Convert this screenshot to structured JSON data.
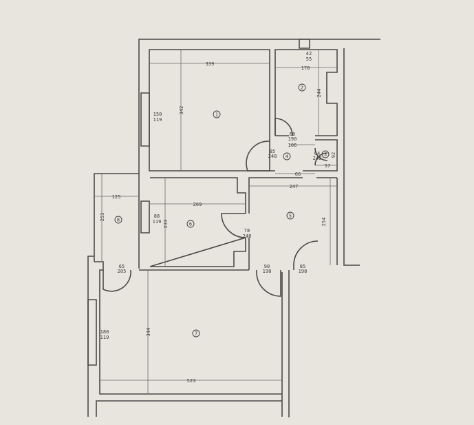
{
  "rooms": [
    {
      "number": "1"
    },
    {
      "number": "2"
    },
    {
      "number": "3"
    },
    {
      "number": "4"
    },
    {
      "number": "5"
    },
    {
      "number": "6"
    },
    {
      "number": "7"
    },
    {
      "number": "8"
    }
  ],
  "dimensions": {
    "r1_width": "339",
    "r1_height": "342",
    "r1_window": "150",
    "r1_window_h": "119",
    "r2_vent": "42",
    "r2_vent_h": "55",
    "r2_width": "178",
    "r2_height": "244",
    "door_4": "68",
    "door_4_h": "190",
    "hall_width": "106",
    "door_1": "85",
    "door_1_h": "248",
    "door_3": "64",
    "door_3_h": "248",
    "r3_height": "92",
    "r3_width": "57",
    "passage": "66",
    "r5_width": "247",
    "r5_height": "254",
    "r6_width": "269",
    "r6_height": "233",
    "r6_window": "88",
    "r6_window_h": "119",
    "door_6": "78",
    "door_6_h": "248",
    "r8_width": "125",
    "r8_height": "253",
    "door_8": "65",
    "door_8_h": "205",
    "door_7": "90",
    "door_7_h": "198",
    "door_entry": "85",
    "door_entry_h": "198",
    "r7_height": "344",
    "r7_width": "523",
    "r7_window": "180",
    "r7_window_h": "119"
  }
}
